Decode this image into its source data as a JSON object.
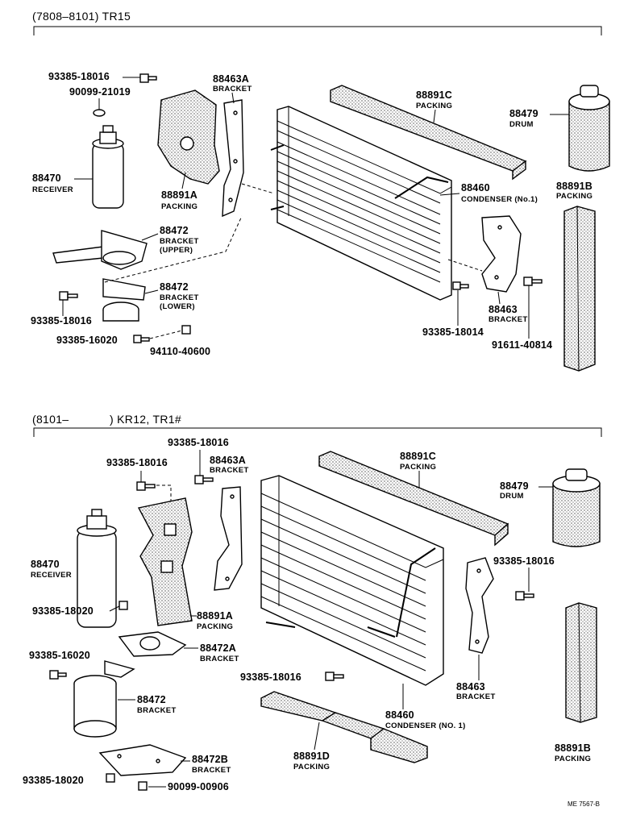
{
  "section_top": {
    "header": "(7808–8101) TR15",
    "callouts": {
      "bolt_a": "93385-18016",
      "washer": "90099-21019",
      "bracket_88463a": {
        "pn": "88463A",
        "label": "BRACKET"
      },
      "packing_88891c": {
        "pn": "88891C",
        "label": "PACKING"
      },
      "drum": {
        "pn": "88479",
        "label": "DRUM"
      },
      "receiver": {
        "pn": "88470",
        "label": "RECEIVER"
      },
      "packing_88891a": {
        "pn": "88891A",
        "label": "PACKING"
      },
      "condenser": {
        "pn": "88460",
        "label": "CONDENSER (No.1)"
      },
      "packing_88891b": {
        "pn": "88891B",
        "label": "PACKING"
      },
      "bracket_upper": {
        "pn": "88472",
        "label": "BRACKET",
        "sub": "(UPPER)"
      },
      "bracket_lower": {
        "pn": "88472",
        "label": "BRACKET",
        "sub": "(LOWER)"
      },
      "bolt_b": "93385-18016",
      "bolt_c": "93385-16020",
      "nut": "94110-40600",
      "bracket_88463": {
        "pn": "88463",
        "label": "BRACKET"
      },
      "bolt_d": "93385-18014",
      "bolt_e": "91611-40814"
    }
  },
  "section_bottom": {
    "header_left": "(8101–",
    "header_right": ") KR12, TR1#",
    "callouts": {
      "bolt_a": "93385-18016",
      "bolt_b": "93385-18016",
      "bracket_88463a": {
        "pn": "88463A",
        "label": "BRACKET"
      },
      "packing_88891c": {
        "pn": "88891C",
        "label": "PACKING"
      },
      "drum": {
        "pn": "88479",
        "label": "DRUM"
      },
      "receiver": {
        "pn": "88470",
        "label": "RECEIVER"
      },
      "bolt_c": "93385-18016",
      "bolt_d": "93385-18020",
      "packing_88891a": {
        "pn": "88891A",
        "label": "PACKING"
      },
      "bracket_88472a": {
        "pn": "88472A",
        "label": "BRACKET"
      },
      "bolt_e": "93385-16020",
      "bolt_f": "93385-18016",
      "bracket_88463": {
        "pn": "88463",
        "label": "BRACKET"
      },
      "bracket_88472": {
        "pn": "88472",
        "label": "BRACKET"
      },
      "condenser": {
        "pn": "88460",
        "label": "CONDENSER (NO. 1)"
      },
      "packing_88891d": {
        "pn": "88891D",
        "label": "PACKING"
      },
      "bracket_88472b": {
        "pn": "88472B",
        "label": "BRACKET"
      },
      "packing_88891b": {
        "pn": "88891B",
        "label": "PACKING"
      },
      "bolt_g": "93385-18020",
      "bolt_h": "90099-00906"
    },
    "reference_code": "ME 7567-B"
  }
}
